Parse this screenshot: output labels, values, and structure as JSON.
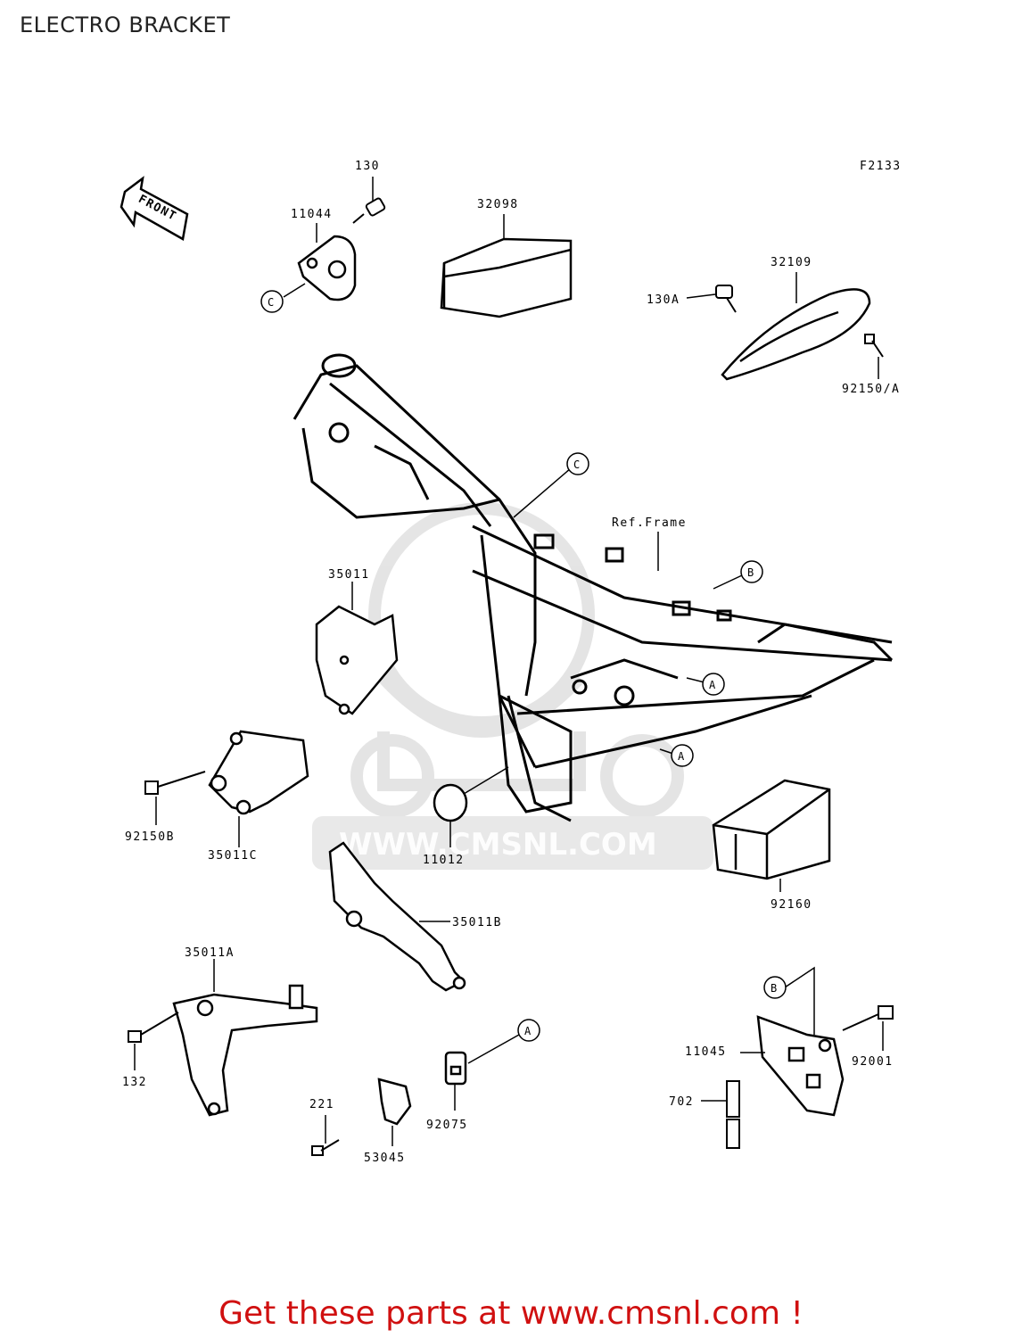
{
  "header": {
    "title": "ELECTRO BRACKET"
  },
  "figure": {
    "code": "F2133",
    "front_label": "FRONT",
    "ref_frame": "Ref.Frame"
  },
  "watermark": {
    "text": "WWW.CMSNL.COM"
  },
  "parts": {
    "p130": "130",
    "p11044": "11044",
    "p32098": "32098",
    "p32109": "32109",
    "p130A": "130A",
    "p92150A": "92150/A",
    "p35011": "35011",
    "p92150B": "92150B",
    "p35011C": "35011C",
    "p11012": "11012",
    "p92160": "92160",
    "p35011B": "35011B",
    "p35011A": "35011A",
    "p132": "132",
    "p221": "221",
    "p53045": "53045",
    "p92075": "92075",
    "p11045": "11045",
    "p92001": "92001",
    "p702": "702"
  },
  "callouts": {
    "a": "A",
    "b": "B",
    "c": "C"
  },
  "footer": {
    "text": "Get these parts at www.cmsnl.com !"
  }
}
